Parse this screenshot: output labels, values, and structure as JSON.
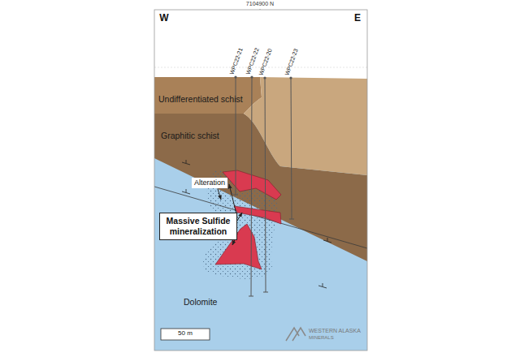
{
  "diagram": {
    "nodes": [
      {
        "text": [
          "Alteration"
        ]
      },
      {
        "text": [
          "Massive Sulfide mineralization"
        ]
      }
    ],
    "labels": [
      "7104900 N",
      "W",
      "E",
      "WPC22-21",
      "WPC22-22",
      "WPC22-20",
      "WPC22-23",
      "Undifferentiated schist",
      "Graphitic schist",
      "Dolomite",
      "50 m",
      "WESTERN ALASKA",
      "MINERALS"
    ]
  }
}
